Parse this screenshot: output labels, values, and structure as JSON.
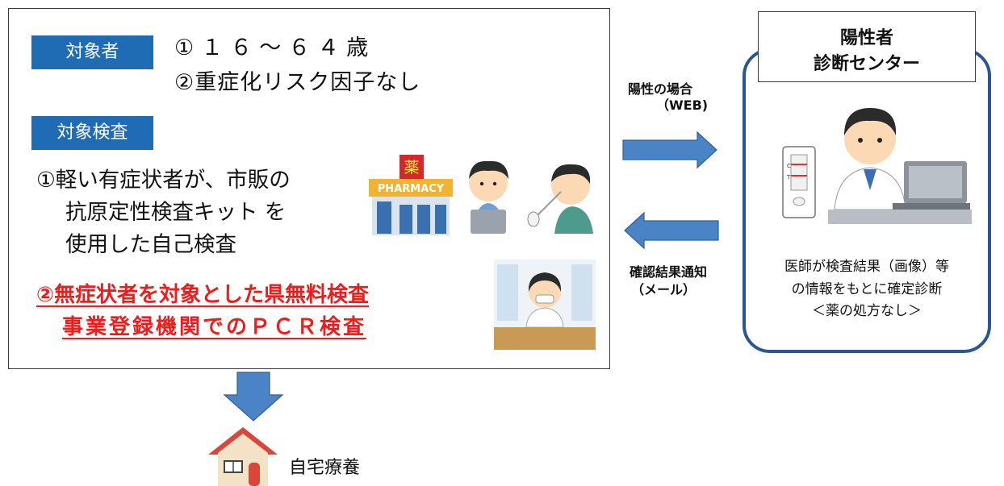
{
  "left_panel": {
    "target_person_tag": "対象者",
    "criteria": [
      "①１６～６４歳",
      "②重症化リスク因子なし"
    ],
    "target_test_tag": "対象検査",
    "method_1_lines": [
      "①軽い有症状者が、市販の",
      "抗原定性検査キット を",
      "使用した自己検査"
    ],
    "method_2_lines": [
      "②無症状者を対象とした県無料検査",
      "事業登録機関でのＰＣＲ検査"
    ],
    "pharmacy_sign": "PHARMACY",
    "pharmacy_kanji": "薬"
  },
  "arrows": {
    "to_center_label_1": "陽性の場合",
    "to_center_label_2": "（WEB)",
    "from_center_label_1": "確認結果通知",
    "from_center_label_2": "（メール）"
  },
  "right_panel": {
    "title_line_1": "陽性者",
    "title_line_2": "診断センター",
    "desc_lines": [
      "医師が検査結果（画像）等",
      "の情報をもとに確定診断",
      "＜薬の処方なし＞"
    ],
    "test_kit_marks": [
      "C",
      "T"
    ]
  },
  "home": {
    "label": "自宅療養"
  },
  "colors": {
    "tag_blue": "#1f6cb5",
    "arrow_blue": "#4a83c6",
    "emphasis_red": "#ee1c1c",
    "center_border": "#2a5794",
    "roof_red": "#d9473a"
  }
}
